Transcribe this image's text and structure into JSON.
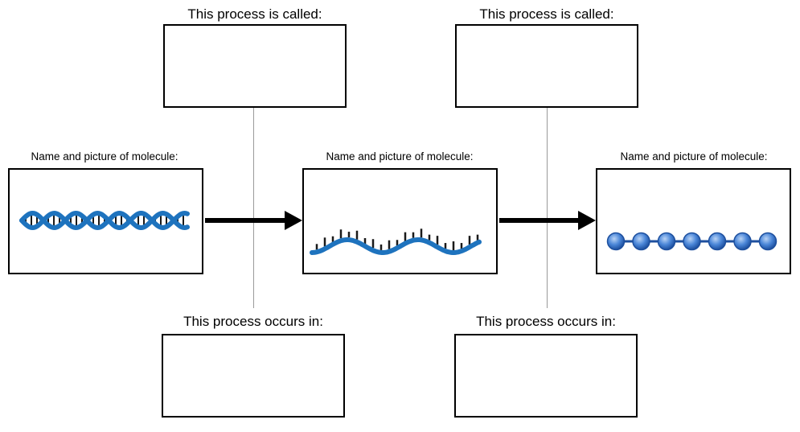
{
  "labels": {
    "process_called_left": "This process is called:",
    "process_called_right": "This process is called:",
    "molecule_left": "Name and picture of molecule:",
    "molecule_middle": "Name and picture of molecule:",
    "molecule_right": "Name and picture of molecule:",
    "occurs_in_left": "This process occurs in:",
    "occurs_in_right": "This process occurs in:"
  },
  "inputs": {
    "process_called_left": "",
    "process_called_right": "",
    "occurs_in_left": "",
    "occurs_in_right": ""
  },
  "molecules": [
    {
      "icon": "dna-double-helix-icon"
    },
    {
      "icon": "mrna-strand-icon"
    },
    {
      "icon": "protein-chain-icon"
    }
  ],
  "colors": {
    "molecule_blue": "#1e73be",
    "bead_blue": "#4a86d8",
    "arrow": "#000000",
    "connector": "#9a9a9a"
  }
}
